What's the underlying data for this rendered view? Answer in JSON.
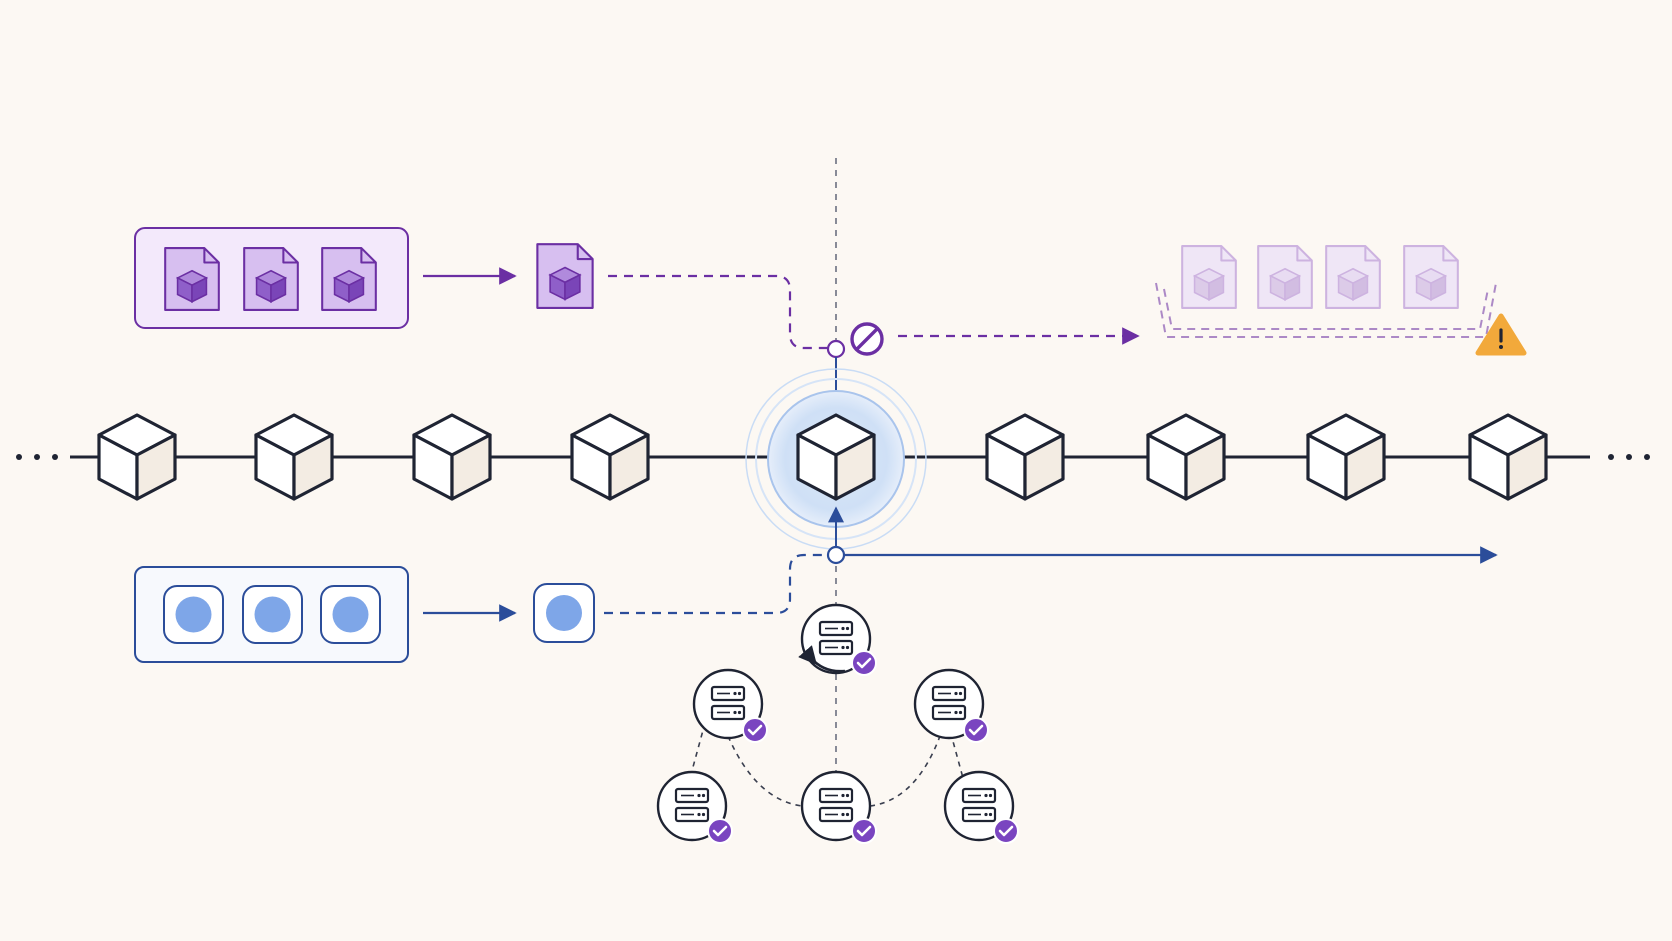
{
  "colors": {
    "background": "#fcf8f3",
    "chain": "#1f2433",
    "cube_face_front": "#ffffff",
    "cube_face_side": "#f3ece3",
    "purple": "#6b2fa3",
    "purple_fill": "#d7bff0",
    "purple_cube": "#9b6fd0",
    "faded_purple": "#dccbe8",
    "blue": "#2b4d9a",
    "blue_dot": "#7ea6e8",
    "blue_box_fill": "#f2f6fd",
    "highlight_glow": "#c9dcf5",
    "warning": "#f2a93b",
    "check_badge": "#7a45c0"
  },
  "chain": {
    "block_count": 9,
    "highlighted_block_index": 4,
    "ellipsis_left": true,
    "ellipsis_right": true
  },
  "purple_flow": {
    "batch_file_count": 3,
    "single_file_count": 1,
    "rejected_file_count": 4,
    "blocked": true,
    "icons": [
      "file-cube-icon",
      "block-icon",
      "warning-icon"
    ]
  },
  "blue_flow": {
    "batch_item_count": 3,
    "single_item_count": 1,
    "icons": [
      "circle-token-icon"
    ]
  },
  "validators": {
    "node_count": 6,
    "all_verified": true,
    "icons": [
      "server-icon",
      "check-icon"
    ]
  }
}
